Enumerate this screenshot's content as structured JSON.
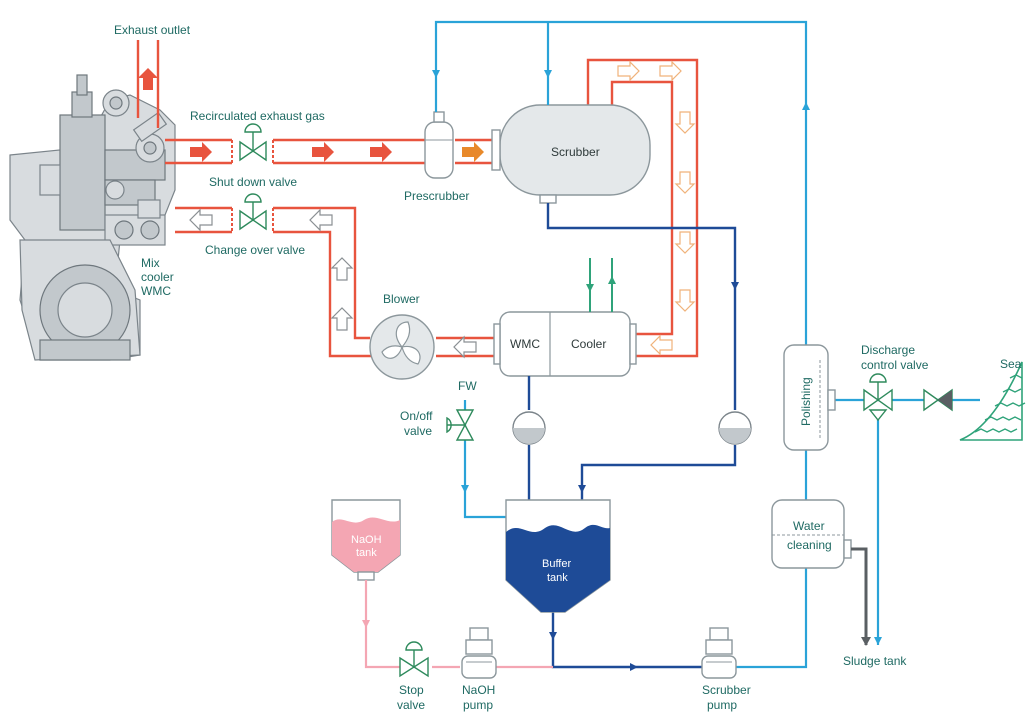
{
  "labels": {
    "exhaust_outlet": "Exhaust outlet",
    "recirculated_exhaust_gas": "Recirculated exhaust gas",
    "shut_down_valve": "Shut down valve",
    "change_over_valve": "Change over valve",
    "mix_cooler_wmc_1": "Mix",
    "mix_cooler_wmc_2": "cooler",
    "mix_cooler_wmc_3": "WMC",
    "prescrubber": "Prescrubber",
    "scrubber": "Scrubber",
    "blower": "Blower",
    "wmc": "WMC",
    "cooler": "Cooler",
    "fw": "FW",
    "on_off_valve_1": "On/off",
    "on_off_valve_2": "valve",
    "naoh_tank_1": "NaOH",
    "naoh_tank_2": "tank",
    "buffer_tank_1": "Buffer",
    "buffer_tank_2": "tank",
    "stop_valve_1": "Stop",
    "stop_valve_2": "valve",
    "naoh_pump_1": "NaOH",
    "naoh_pump_2": "pump",
    "scrubber_pump_1": "Scrubber",
    "scrubber_pump_2": "pump",
    "polishing": "Polishing",
    "water_cleaning_1": "Water",
    "water_cleaning_2": "cleaning",
    "discharge_control_valve_1": "Discharge",
    "discharge_control_valve_2": "control valve",
    "sea": "Sea",
    "sludge_tank": "Sludge tank"
  },
  "colors": {
    "exhaust_line": "#e8543e",
    "return_line": "#e8543e",
    "fresh_water_line": "#2aa3d8",
    "scrubber_water_line": "#1e4b97",
    "naoh_line": "#f4a6b3",
    "cooling_water_line": "#2fa37a",
    "sludge_line": "#5a5f63",
    "label_text": "#1f6a63"
  },
  "icons": [
    "engine-icon",
    "valve-icon",
    "pump-icon",
    "blower-fan-icon",
    "arrow-icon",
    "sea-wave-icon"
  ]
}
